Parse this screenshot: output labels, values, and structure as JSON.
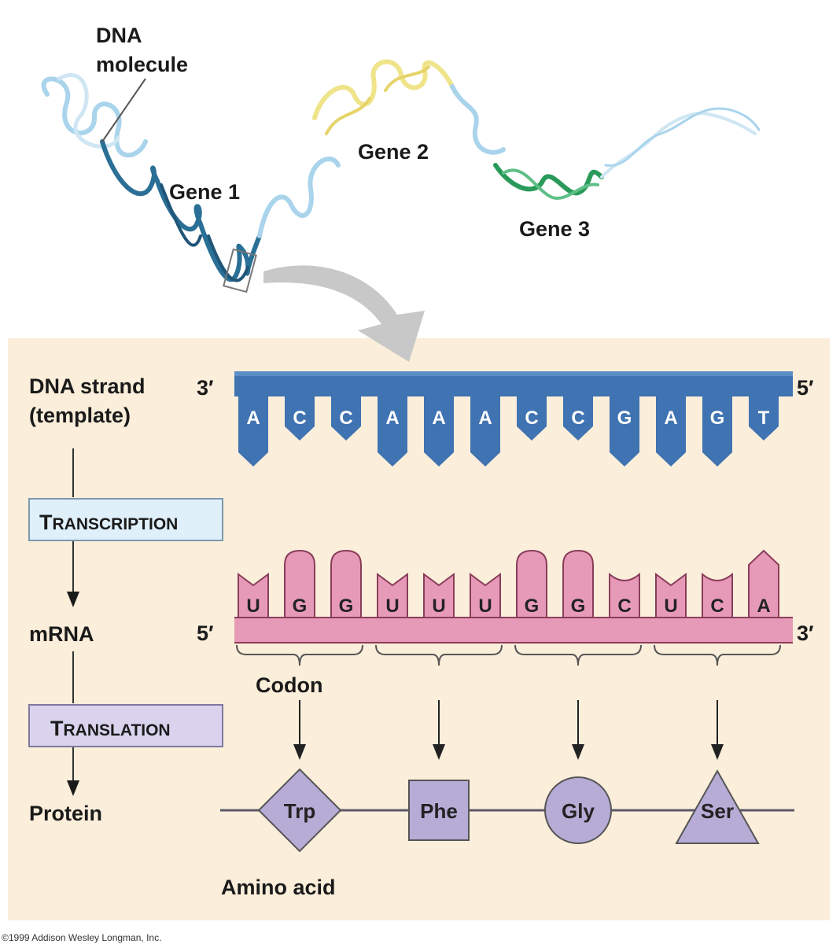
{
  "top": {
    "dna_molecule_label": [
      "DNA",
      "molecule"
    ],
    "gene_labels": [
      "Gene 1",
      "Gene 2",
      "Gene 3"
    ]
  },
  "left_labels": {
    "dna_strand": [
      "DNA strand",
      "(template)"
    ],
    "transcription": {
      "first": "T",
      "rest": "RANSCRIPTION"
    },
    "mrna": "mRNA",
    "translation": {
      "first": "T",
      "rest": "RANSLATION"
    },
    "protein": "Protein"
  },
  "dna_strand": {
    "left_end": "3′",
    "right_end": "5′",
    "bases": [
      "A",
      "C",
      "C",
      "A",
      "A",
      "A",
      "C",
      "C",
      "G",
      "A",
      "G",
      "T"
    ]
  },
  "mrna": {
    "left_end": "5′",
    "right_end": "3′",
    "bases": [
      "U",
      "G",
      "G",
      "U",
      "U",
      "U",
      "G",
      "G",
      "C",
      "U",
      "C",
      "A"
    ]
  },
  "codon_label": "Codon",
  "amino_acids": [
    {
      "name": "Trp",
      "shape": "diamond"
    },
    {
      "name": "Phe",
      "shape": "square"
    },
    {
      "name": "Gly",
      "shape": "circle"
    },
    {
      "name": "Ser",
      "shape": "triangle"
    }
  ],
  "amino_acid_label": "Amino acid",
  "copyright": "©1999 Addison Wesley Longman, Inc.",
  "colors": {
    "panel": "#fbeeda",
    "dna_blue": "#3f73b1",
    "mrna_pink": "#e79ab7",
    "mrna_dark": "#8a3d5a",
    "amino_purple": "#b6acd6",
    "transcription_box": "#dff0fb",
    "translation_box": "#d9d3ee",
    "helix_light": "#a9d4ec",
    "helix_dark": "#2a6f96",
    "helix_yellow": "#f0e48a",
    "helix_green": "#2a9a5a",
    "arrow_gray": "#c8c8c8"
  }
}
